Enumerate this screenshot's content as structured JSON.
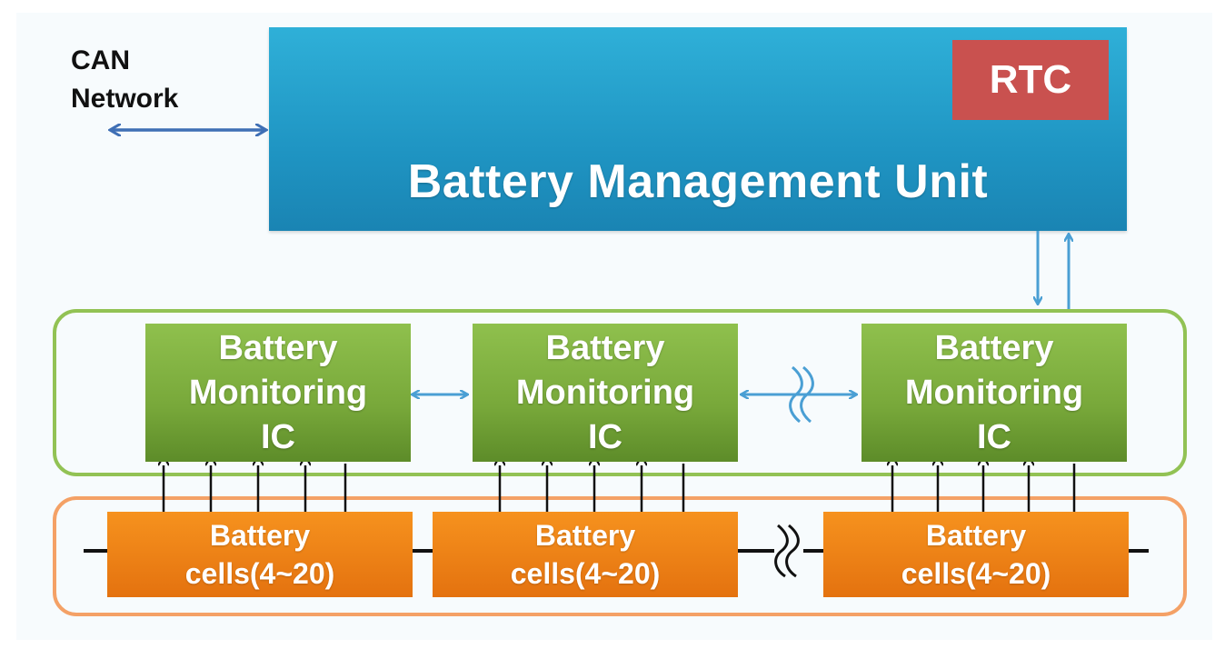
{
  "can_network": {
    "line1": "CAN",
    "line2": "Network"
  },
  "bmu": {
    "title": "Battery Management Unit",
    "rtc_label": "RTC"
  },
  "monitoring_ics": [
    {
      "line1": "Battery",
      "line2": "Monitoring",
      "line3": "IC"
    },
    {
      "line1": "Battery",
      "line2": "Monitoring",
      "line3": "IC"
    },
    {
      "line1": "Battery",
      "line2": "Monitoring",
      "line3": "IC"
    }
  ],
  "battery_cells": [
    {
      "line1": "Battery",
      "line2": "cells(4~20)"
    },
    {
      "line1": "Battery",
      "line2": "cells(4~20)"
    },
    {
      "line1": "Battery",
      "line2": "cells(4~20)"
    }
  ],
  "colors": {
    "bmu": "#1f95c3",
    "rtc": "#c9514f",
    "ic": "#78a83a",
    "cell": "#e4720f",
    "arrow_blue": "#4a9fd4",
    "can_arrow": "#3f6fb5"
  }
}
